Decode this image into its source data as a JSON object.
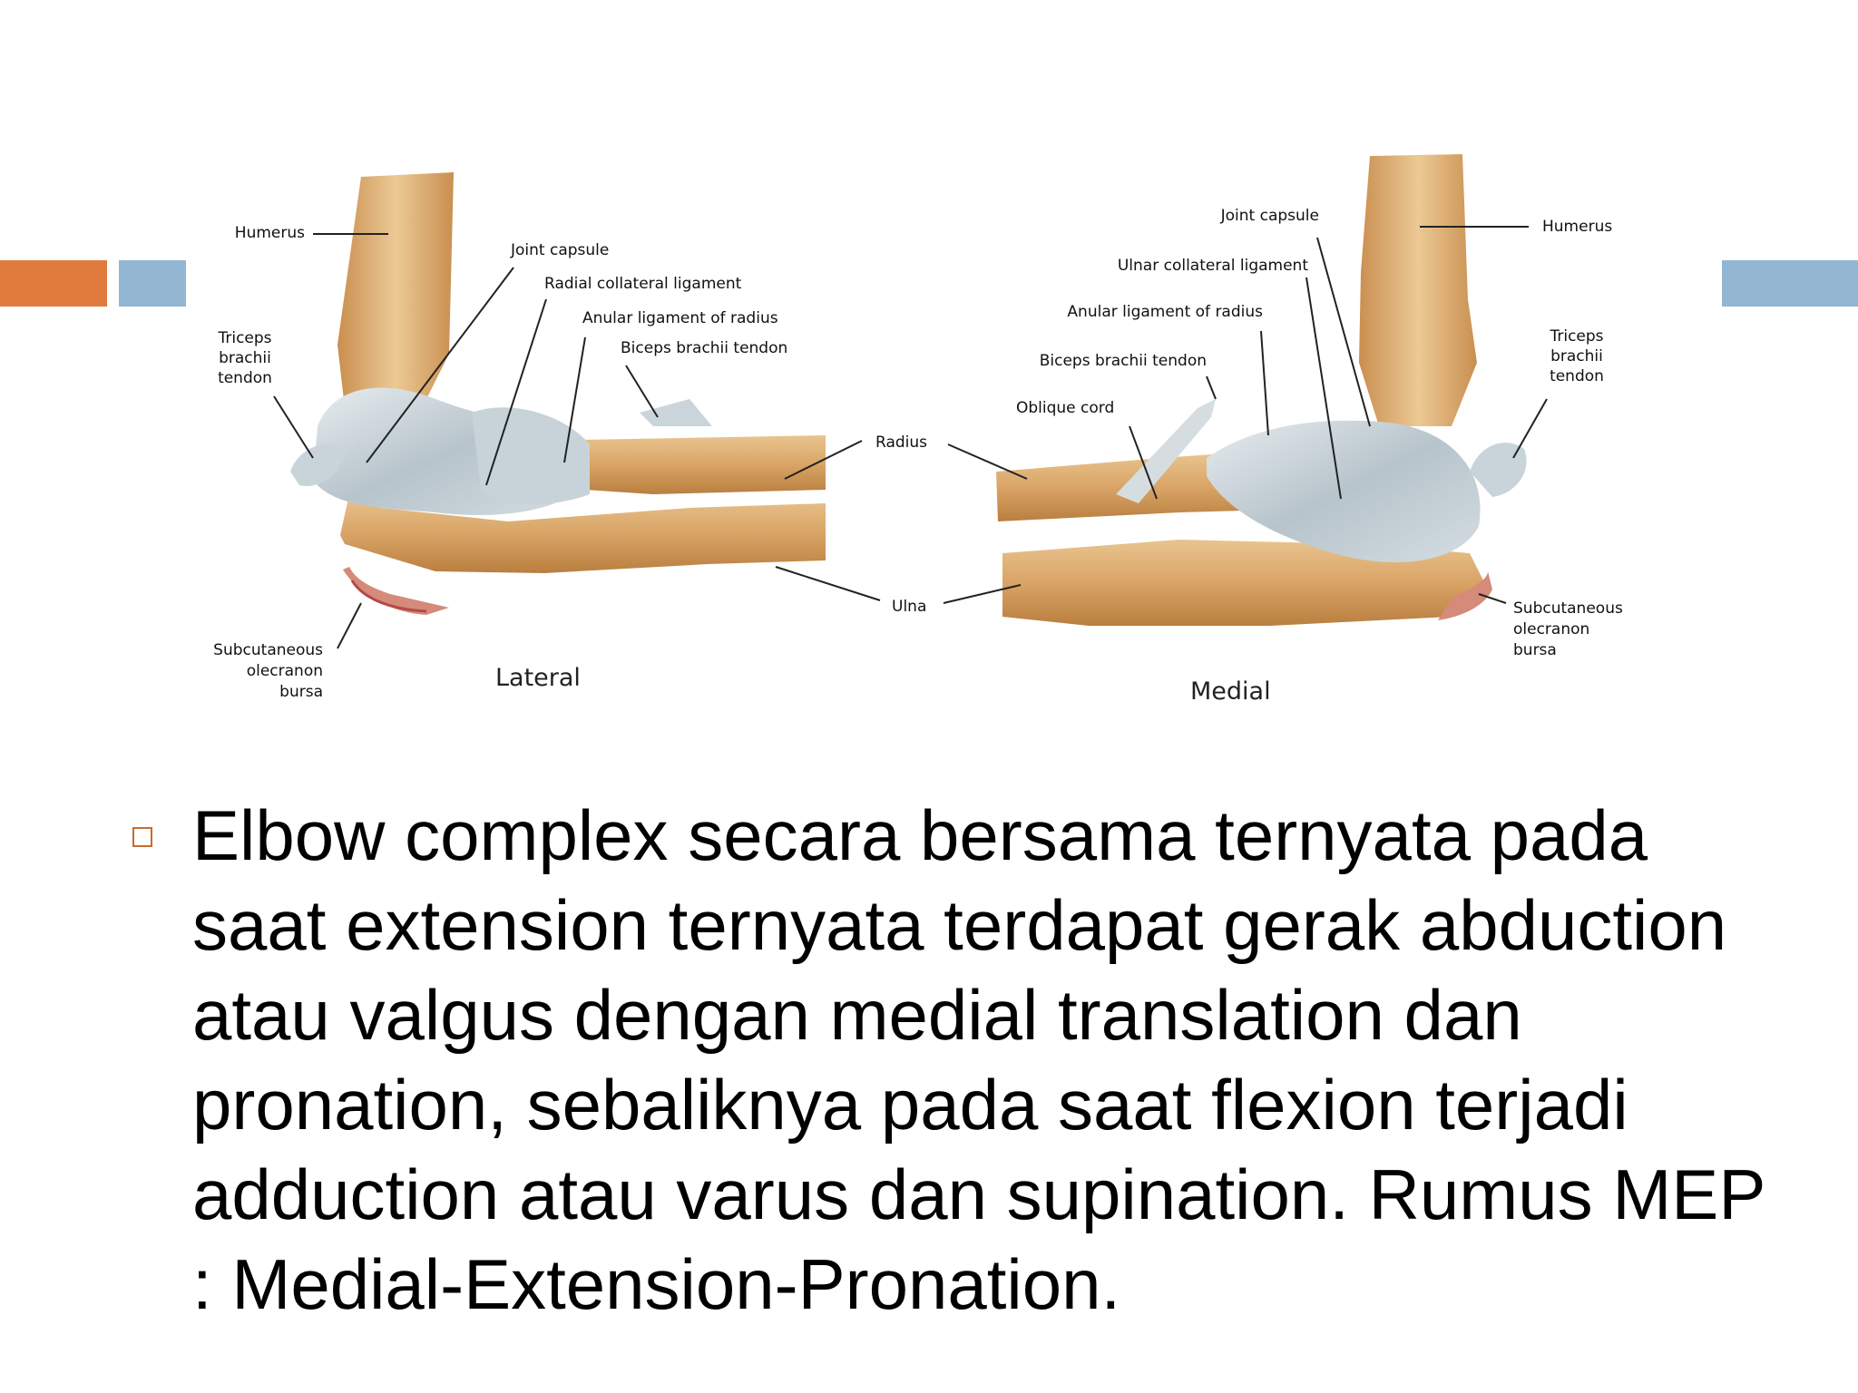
{
  "colors": {
    "accent_orange": "#e07b3e",
    "accent_blue": "#93b6d2",
    "bullet_marker": "#c96a2c"
  },
  "figure": {
    "lateral": {
      "view_label": "Lateral",
      "humerus": "Humerus",
      "joint_capsule": "Joint capsule",
      "radial_collateral_ligament": "Radial collateral ligament",
      "anular_ligament": "Anular ligament of radius",
      "biceps_tendon": "Biceps brachii tendon",
      "triceps_tendon": [
        "Triceps",
        "brachii",
        "tendon"
      ],
      "olecranon_bursa": [
        "Subcutaneous",
        "olecranon",
        "bursa"
      ]
    },
    "shared": {
      "radius": "Radius",
      "ulna": "Ulna"
    },
    "medial": {
      "view_label": "Medial",
      "joint_capsule": "Joint capsule",
      "humerus": "Humerus",
      "ulnar_collateral_ligament": "Ulnar collateral ligament",
      "anular_ligament": "Anular ligament of radius",
      "biceps_tendon": "Biceps brachii tendon",
      "oblique_cord": "Oblique cord",
      "triceps_tendon": [
        "Triceps",
        "brachii",
        "tendon"
      ],
      "olecranon_bursa": [
        "Subcutaneous",
        "olecranon",
        "bursa"
      ]
    }
  },
  "bullet": {
    "text": "Elbow complex secara bersama ternyata pada saat extension ternyata terdapat gerak abduction atau valgus dengan medial translation dan pronation, sebaliknya pada saat flexion terjadi adduction atau varus dan supination. Rumus MEP : Medial-Extension-Pronation."
  }
}
